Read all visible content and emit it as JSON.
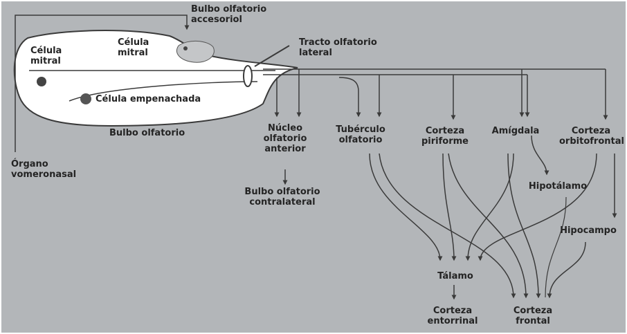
{
  "diagram": {
    "colors": {
      "background": "#b3b6b9",
      "bulb_fill": "#ffffff",
      "line": "#3a3a3a",
      "text": "#242424"
    },
    "labels": {
      "bulbo_accesorio": [
        "Bulbo olfatorio",
        "accesoriol"
      ],
      "celula_mitral_1": [
        "Célula",
        "mitral"
      ],
      "celula_mitral_2": [
        "Célula",
        "mitral"
      ],
      "tracto_lateral": [
        "Tracto olfatorio",
        "lateral"
      ],
      "celula_empenachada": "Célula empenachada",
      "bulbo_olfatorio": "Bulbo olfatorio",
      "organo_vomeronasal": [
        "Órgano",
        "vomeronasal"
      ],
      "nucleo_anterior": [
        "Núcleo",
        "olfatorio",
        "anterior"
      ],
      "bulbo_contralateral": [
        "Bulbo olfatorio",
        "contralateral"
      ],
      "tuberculo": [
        "Tubérculo",
        "olfatorio"
      ],
      "corteza_piriforme": [
        "Corteza",
        "piriforme"
      ],
      "amigdala": "Amígdala",
      "corteza_orbitofrontal": [
        "Corteza",
        "orbitofrontal"
      ],
      "hipotalamo": "Hipotálamo",
      "hipocampo": "Hipocampo",
      "talamo": "Tálamo",
      "corteza_entorrinal": [
        "Corteza",
        "entorrinal"
      ],
      "corteza_frontal": [
        "Corteza",
        "frontal"
      ]
    }
  }
}
